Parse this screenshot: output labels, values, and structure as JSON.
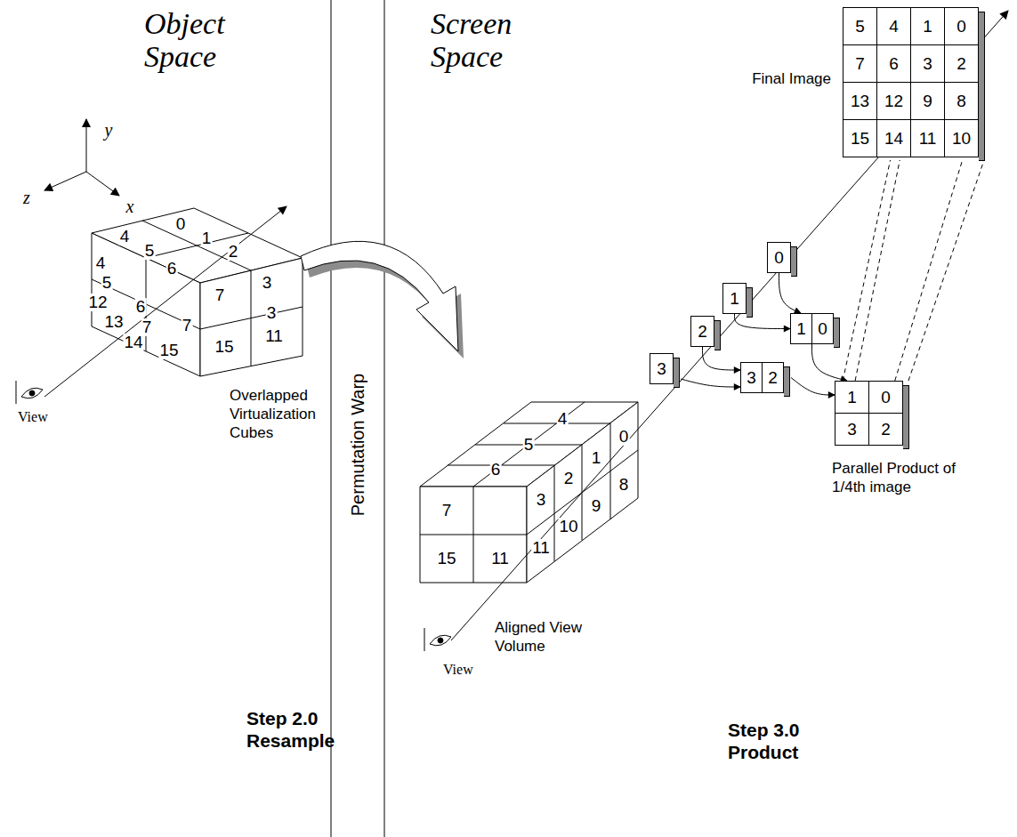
{
  "diagram": {
    "nodes": [
      {
        "text": [
          "Final Image",
          "5",
          "4",
          "1",
          "0",
          "7",
          "6",
          "3",
          "2",
          "13",
          "12",
          "9",
          "8",
          "15",
          "14",
          "11",
          "10"
        ]
      },
      {
        "text": [
          "0"
        ]
      },
      {
        "text": [
          "1"
        ]
      },
      {
        "text": [
          "1",
          "0"
        ]
      },
      {
        "text": [
          "2"
        ]
      },
      {
        "text": [
          "3"
        ]
      },
      {
        "text": [
          "3",
          "2"
        ]
      },
      {
        "text": [
          "1",
          "0",
          "3",
          "2"
        ]
      }
    ],
    "edges": [
      {
        "from": 1,
        "to": 3,
        "arrow": "to"
      },
      {
        "from": 2,
        "to": 3,
        "arrow": "to"
      },
      {
        "from": 4,
        "to": 6,
        "arrow": "to"
      },
      {
        "from": 5,
        "to": 6,
        "arrow": "to"
      },
      {
        "from": 3,
        "to": 7,
        "arrow": "to"
      },
      {
        "from": 6,
        "to": 7,
        "arrow": "to"
      },
      {
        "from": 7,
        "to": 0,
        "arrow": "none"
      },
      {
        "from": 7,
        "to": 0,
        "arrow": "none"
      },
      {
        "from": 7,
        "to": 0,
        "arrow": "none"
      },
      {
        "from": 7,
        "to": 0,
        "arrow": "none"
      }
    ],
    "labels": [
      "Object Space",
      "Screen Space",
      "y",
      "z",
      "x",
      "0",
      "4",
      "1",
      "5",
      "2",
      "4",
      "6",
      "3",
      "5",
      "7",
      "12",
      "6",
      "3",
      "13",
      "7",
      "7",
      "14",
      "11",
      "15",
      "15",
      "Overlapped Virtualization Cubes",
      "View",
      "Permutation Warp",
      "4",
      "5",
      "6",
      "1",
      "0",
      "7",
      "2",
      "8",
      "3",
      "9",
      "15",
      "10",
      "11",
      "11",
      "View",
      "Aligned View Volume",
      "Parallel Product of 1/4th image",
      "Step 2.0 Resample",
      "Step 3.0 Product"
    ]
  }
}
